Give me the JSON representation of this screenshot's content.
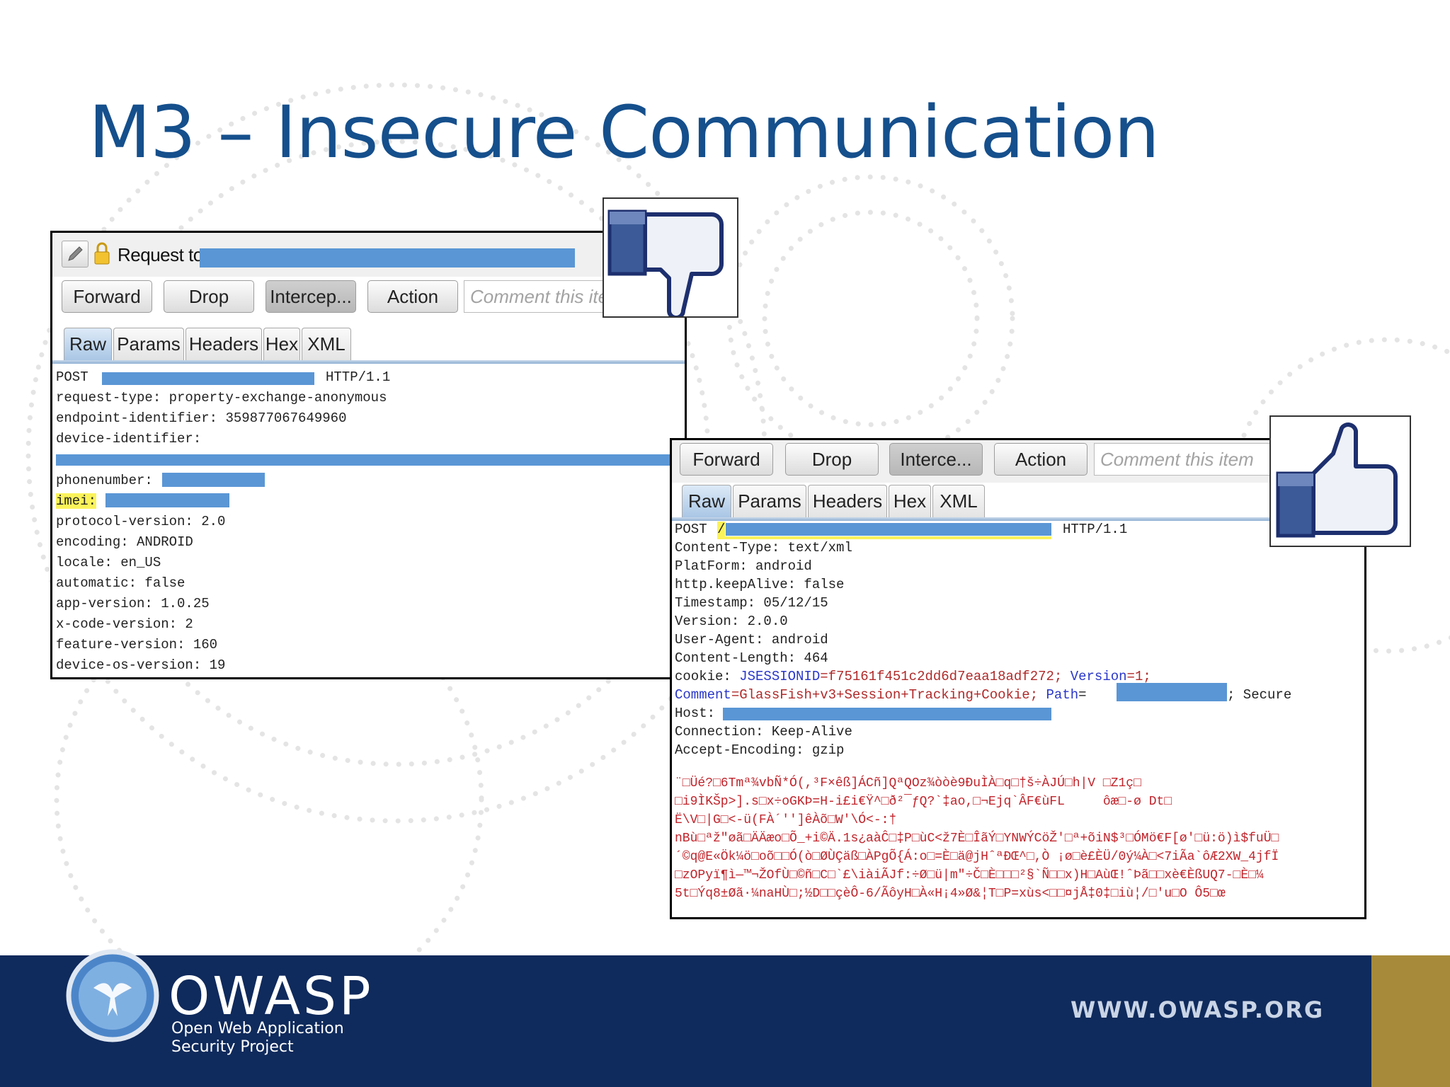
{
  "slide": {
    "title": "M3 – Insecure Communication"
  },
  "request_panel": {
    "header_label": "Request to",
    "buttons": [
      "Forward",
      "Drop",
      "Intercep...",
      "Action"
    ],
    "comment_placeholder": "Comment this item",
    "tabs": [
      "Raw",
      "Params",
      "Headers",
      "Hex",
      "XML"
    ],
    "selected_tab": "Raw",
    "line_post_method": "POST",
    "line_post_protocol": "HTTP/1.1",
    "lines": [
      "request-type: property-exchange-anonymous",
      "endpoint-identifier: 359877067649960",
      "device-identifier:"
    ],
    "phonenumber_label": "phonenumber:",
    "imei_label": "imei:",
    "lines_after": [
      "protocol-version: 2.0",
      "encoding: ANDROID",
      "locale: en_US",
      "automatic: false",
      "app-version: 1.0.25",
      "x-code-version: 2",
      "feature-version: 160",
      "device-os-version: 19"
    ],
    "verdict_icon": "thumbs-down-icon"
  },
  "response_panel": {
    "buttons": [
      "Forward",
      "Drop",
      "Interce...",
      "Action"
    ],
    "comment_placeholder": "Comment this item",
    "tabs": [
      "Raw",
      "Params",
      "Headers",
      "Hex",
      "XML"
    ],
    "selected_tab": "Raw",
    "line_post_method": "POST",
    "line_post_slash": "/",
    "line_post_protocol": "HTTP/1.1",
    "lines": [
      "Content-Type: text/xml",
      "PlatForm: android",
      "http.keepAlive: false",
      "Timestamp: 05/12/15",
      "Version: 2.0.0",
      "User-Agent: android",
      "Content-Length: 464"
    ],
    "cookie": {
      "prefix": "cookie: ",
      "session_key": "JSESSIONID",
      "session_value": "=f75161f451c2dd6d7eaa18adf272; ",
      "version_key": "Version",
      "version_value": "=1;",
      "comment_key": "Comment",
      "comment_value": "=GlassFish+v3+Session+Tracking+Cookie; ",
      "path_key": "Path",
      "path_eq": "=",
      "secure": "; Secure"
    },
    "host_label": "Host:",
    "lines_after": [
      "Connection: Keep-Alive",
      "Accept-Encoding: gzip"
    ],
    "binary_lines": [
      "¨□Üé?□6Tmª¾vbÑ*Ó(,³F×êß]ÁCñ]QªQOz¾òòè9ÐuÌÀ□q□†š÷ÀJÚ□h|V □Z1ç□",
      "□i9ÌKŠp>].s□x÷oGKÞ=H-i£i€Ÿ^□ð²¯ƒQ?`‡ao,□¬Ejq`ÂF€ùFL     ôæ□-ø Dt□",
      "Ë\\V□|G□<-ü(FÀ´'']êÀõ□W'\\Ó<-:†",
      "nBù□ªž″øã□ÄÄæo□Õ_+i©Ä.1s¿aàĈ□‡P□ùC<ž7È□ÎãÝ□YNWÝCöŽ'□ª+õiN$³□ÓMö€F[ø'□ü:ö)ì$fuÜ□",
      "´©q@E«Ök¼ö□oõ□□Ó(ò□ØÙÇäß□ÀPgÕ{Á:o□=È□ä@jHˆªÐŒ^□,Ò ¡ø□è£ÈÜ/0ý¼À□<7iÃa`ôÆ2XW_4jfÏ",
      "□zOPyï¶ì—™¬ŽOfÙ□©ñ□C□`£\\iàiÃJf:÷Ø□ü|m″÷Č□È□□□²§`Ñ□□x)H□AùŒ!ˆÞã□□xè€ÈßUQ7-□È□¼",
      "5t□Ýq8±Øã·¼naHÙ□;½D□□çèÔ-6/ÃôyH□À«H¡4»Ø&¦T□P=xùs<□□¤jÅ‡0‡□iù¦/□'u□O Ô5□œ"
    ],
    "verdict_icon": "thumbs-up-icon"
  },
  "footer": {
    "brand": "OWASP",
    "tagline_line1": "Open Web Application",
    "tagline_line2": "Security Project",
    "url": "WWW.OWASP.ORG",
    "colors": {
      "band": "#0f2a5c",
      "accent": "#a88b3a",
      "title": "#154f8c",
      "redaction": "#5a96d5"
    }
  }
}
